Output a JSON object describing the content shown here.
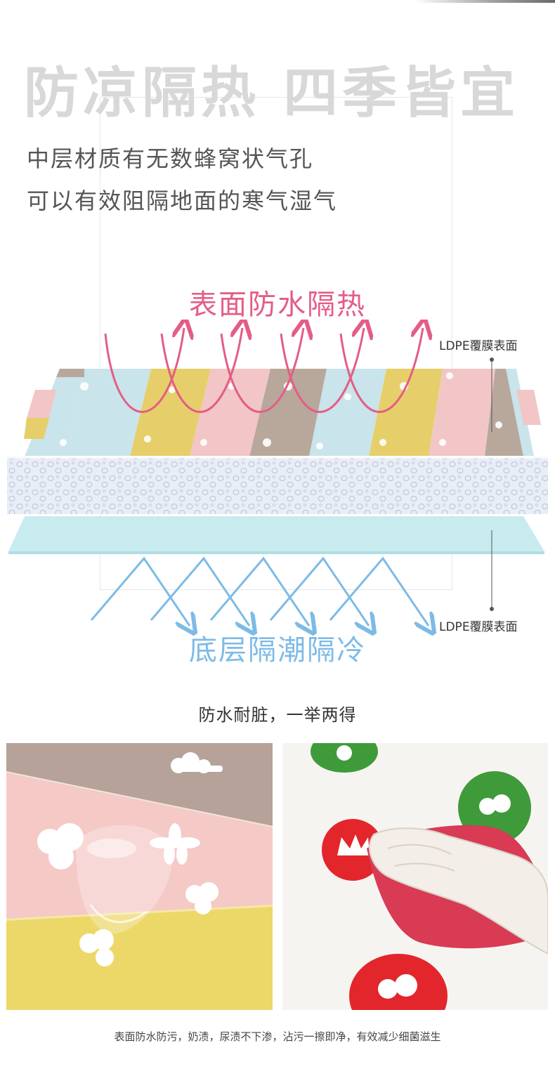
{
  "headline": "防凉隔热  四季皆宜",
  "subtitle_line1": "中层材质有无数蜂窝状气孔",
  "subtitle_line2": "可以有效阻隔地面的寒气湿气",
  "surface_label": "表面防水隔热",
  "bottom_label": "底层隔潮隔冷",
  "ldpe_top": "LDPE覆膜表面",
  "ldpe_bottom": "LDPE覆膜表面",
  "mid_caption": "防水耐脏，一举两得",
  "foot_caption": "表面防水防污，奶渍，尿渍不下渗，沾污一擦即净，有效减少细菌滋生",
  "colors": {
    "headline": "#d8d8d8",
    "surface_arrows": "#e45d86",
    "bottom_arrows": "#7dbbe6",
    "stripe_blue": "#c9e4ea",
    "stripe_yellow": "#e6cf6a",
    "stripe_pink": "#f2c6c6",
    "stripe_taupe": "#b8a89c",
    "green_badge": "#3f9a3a",
    "red_badge": "#e2262c"
  },
  "icons": [
    "cloud-icon",
    "flower-icon",
    "crown-icon",
    "coin-icon",
    "water-drop-icon",
    "hand-icon",
    "towel-icon"
  ]
}
